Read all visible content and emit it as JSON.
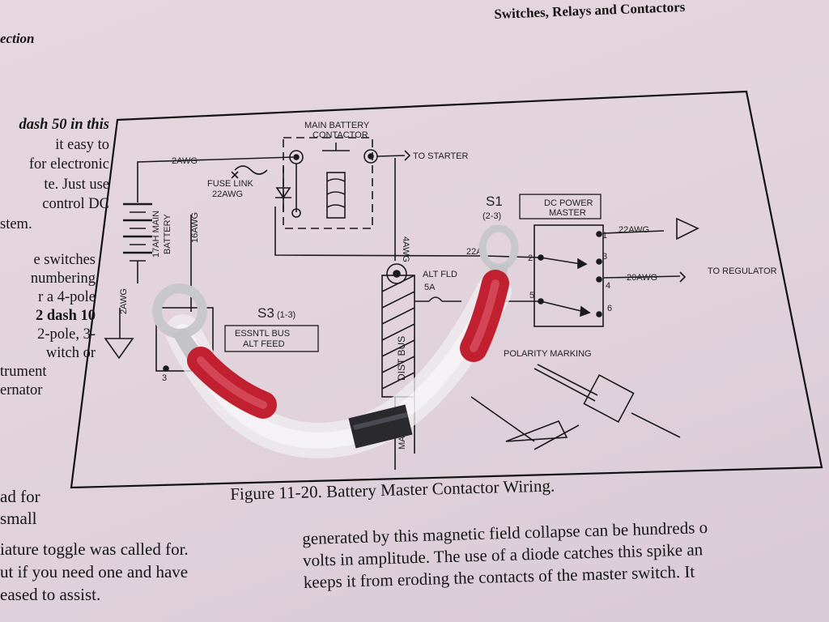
{
  "header": {
    "section_fragment": "ection",
    "chapter_title": "Switches, Relays and Contactors"
  },
  "left_column": {
    "para1": [
      "dash 50 in this",
      "it easy to",
      "for electronic",
      "te. Just use",
      "control DC",
      "stem."
    ],
    "para2": [
      "e switches",
      "numbering",
      "r a 4-pole",
      "2 dash 10",
      "2-pole, 3-",
      "witch or",
      "trument",
      "ernator"
    ],
    "para3": [
      "ad for",
      "small"
    ]
  },
  "bottom_left": [
    "iature toggle was called for.",
    "ut if you need one and have",
    "eased to assist."
  ],
  "bottom_right": [
    "generated by this magnetic field collapse can be hundreds o",
    "volts in amplitude.  The use of a diode catches this spike an",
    "keeps it from eroding the contacts of the master switch. It"
  ],
  "figure": {
    "caption": "Figure 11-20. Battery Master Contactor Wiring.",
    "labels": {
      "main_battery_contactor_line1": "MAIN BATTERY",
      "main_battery_contactor_line2": "CONTACTOR",
      "to_starter": "TO STARTER",
      "wire_2awg_top": "2AWG",
      "fuse_link": "FUSE LINK",
      "fuse_22awg": "22AWG",
      "battery_line1": "17AH MAIN",
      "battery_line2": "BATTERY",
      "wire_16awg": "16AWG",
      "wire_4awg": "4AWG",
      "wire_2awg_left": "2AWG",
      "s1": "S1",
      "s1_sub": "(2-3)",
      "dc_power_line1": "DC POWER",
      "dc_power_line2": "MASTER",
      "s1_22awg": "22AWG",
      "s1_20awg": "20AWG",
      "to_regulator": "TO REGULATOR",
      "wire_22awg_mid": "22A",
      "alt_fld": "ALT FLD",
      "alt_fld_5a": "5A",
      "s3": "S3",
      "s3_sub": "(1-3)",
      "essntl_line1": "ESSNTL BUS",
      "essntl_line2": "ALT FEED",
      "dist_bus": "DIST BUS",
      "polarity_marking": "POLARITY MARKING",
      "pin1": "1",
      "pin2": "2",
      "pin3": "3",
      "pin4": "4",
      "pin5": "5",
      "pin6": "6",
      "s3_pin3": "3",
      "bottom_fragment": "MA"
    }
  },
  "colors": {
    "paper": "#e3d4dc",
    "ink": "#1a1a1a",
    "heatshrink_red": "#c02030",
    "ring_terminal": "#c8c8cc",
    "ferrite": "#2a2a2e"
  }
}
